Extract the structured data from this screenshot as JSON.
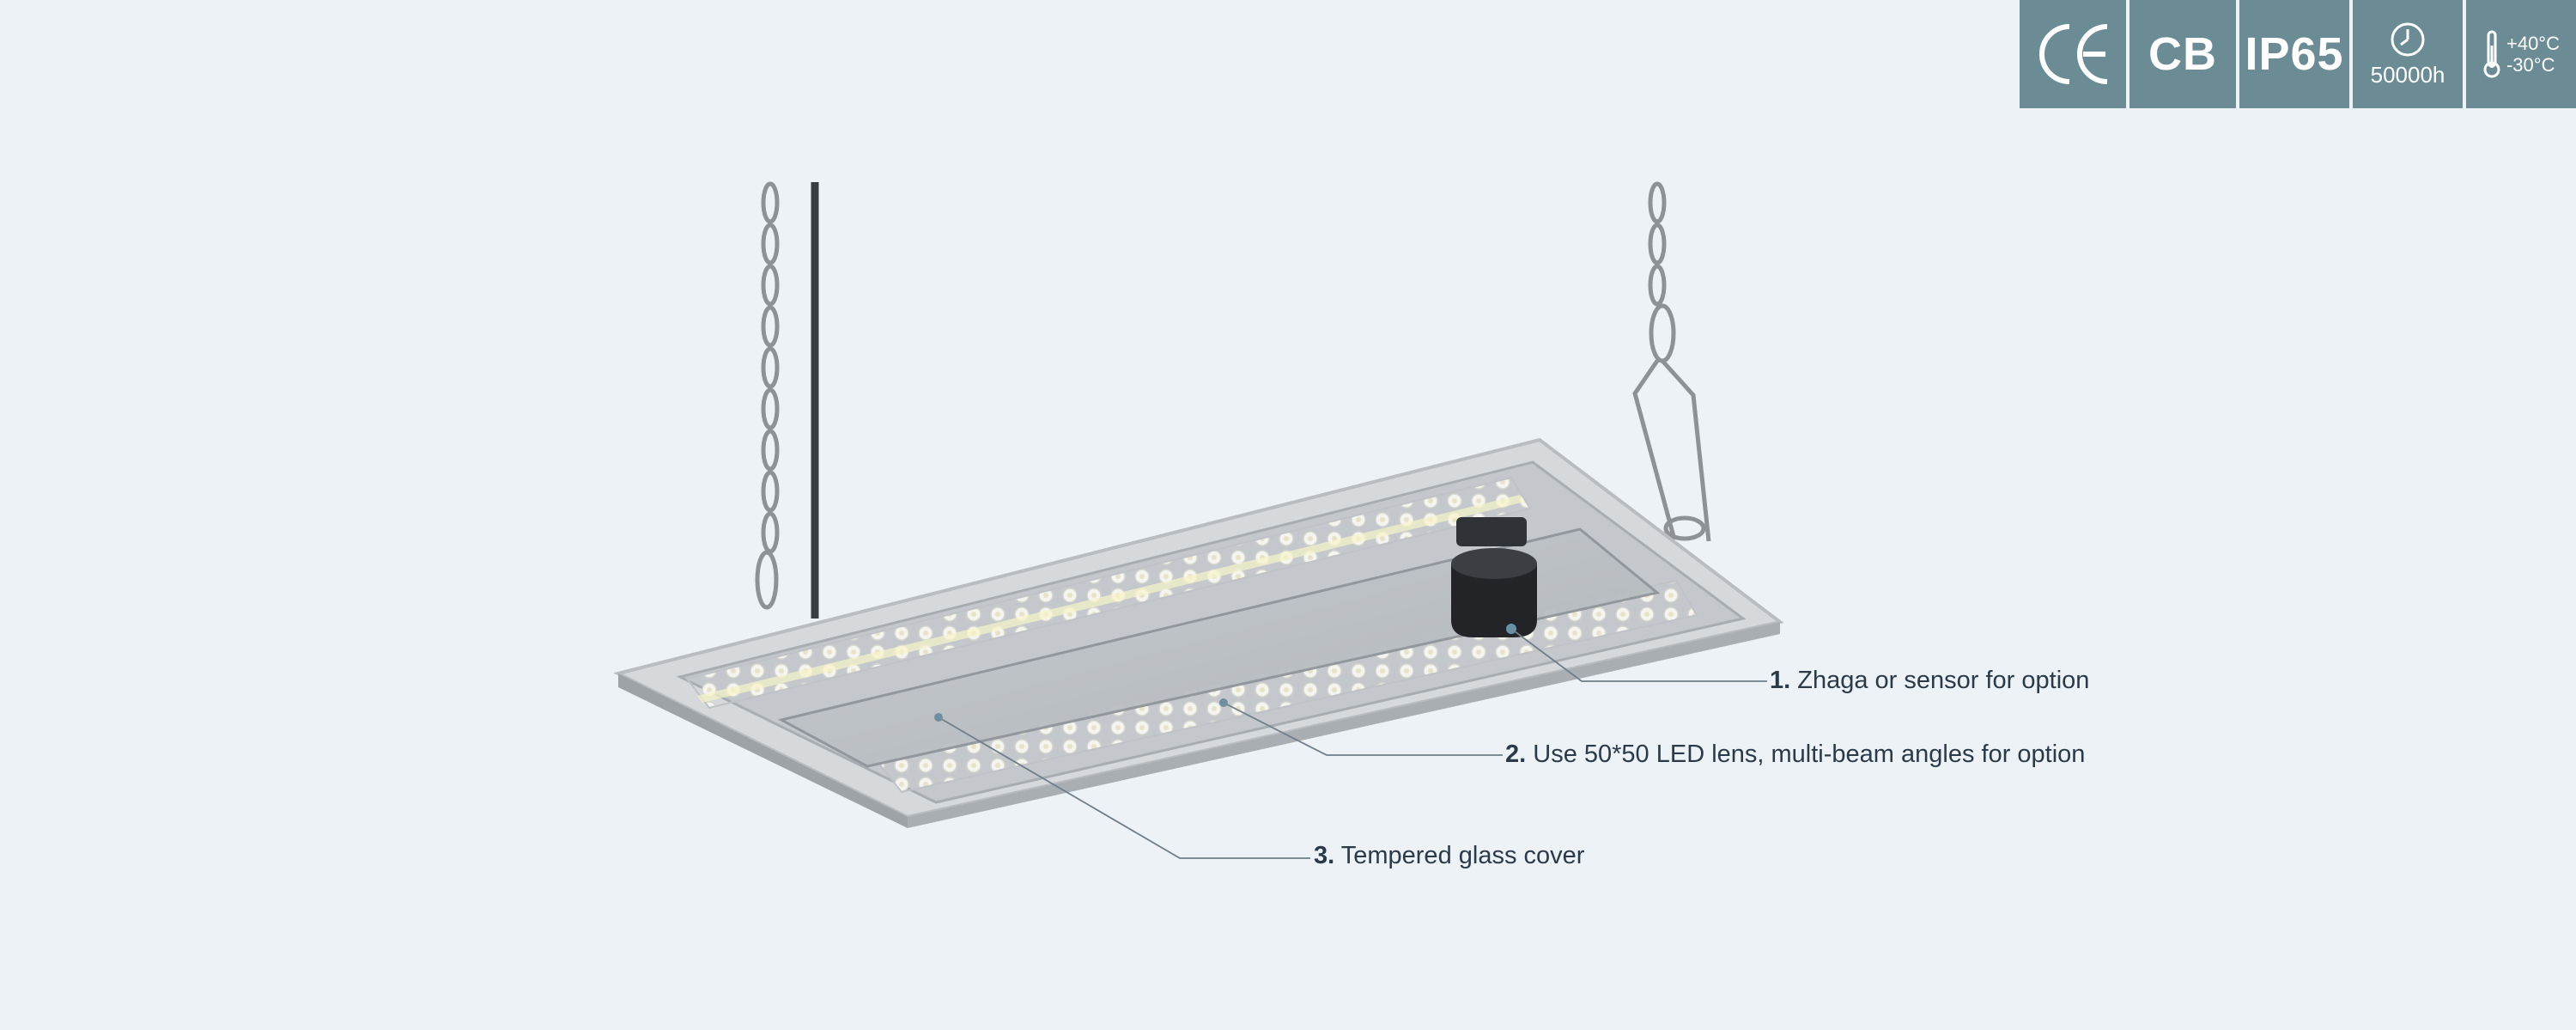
{
  "badges": {
    "ce": "CE",
    "cb": "CB",
    "ip": "IP65",
    "lifetime": "50000h",
    "temp_high": "+40°C",
    "temp_low": "-30°C",
    "color": "#6b8c95"
  },
  "callouts": [
    {
      "num": "1.",
      "text": "Zhaga or sensor for option"
    },
    {
      "num": "2.",
      "text": "Use 50*50 LED lens, multi-beam angles for option"
    },
    {
      "num": "3.",
      "text": "Tempered glass cover"
    }
  ],
  "icons": [
    "clock-icon",
    "thermometer-icon"
  ]
}
